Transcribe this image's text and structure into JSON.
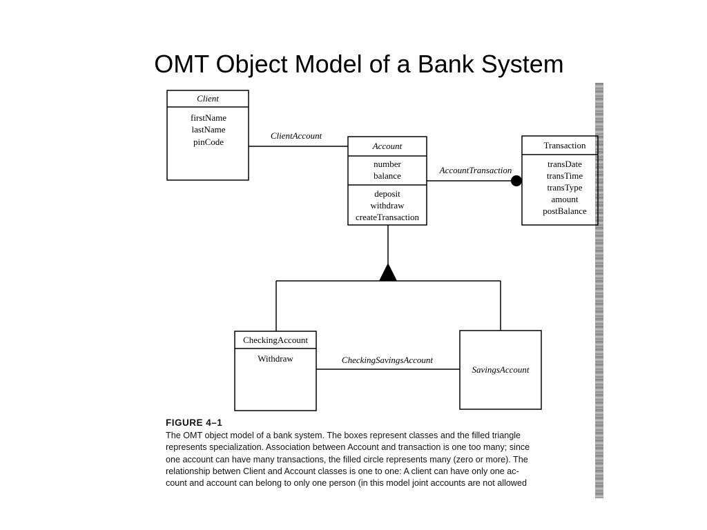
{
  "title": "OMT Object Model of a Bank System",
  "classes": {
    "client": {
      "name": "Client",
      "attributes": [
        "firstName",
        "lastName",
        "pinCode"
      ]
    },
    "account": {
      "name": "Account",
      "attributes": [
        "number",
        "balance"
      ],
      "operations": [
        "deposit",
        "withdraw",
        "createTransaction"
      ]
    },
    "transaction": {
      "name": "Transaction",
      "attributes": [
        "transDate",
        "transTime",
        "transType",
        "amount",
        "postBalance"
      ]
    },
    "checking": {
      "name": "CheckingAccount",
      "operations": [
        "Withdraw"
      ]
    },
    "savings": {
      "name": "SavingsAccount"
    }
  },
  "associations": {
    "client_account": "ClientAccount",
    "account_transaction": "AccountTransaction",
    "checking_savings": "CheckingSavingsAccount"
  },
  "caption": {
    "label": "FIGURE 4–1",
    "lines": [
      "The OMT object model of a bank system. The boxes represent classes and the filled triangle",
      "represents specialization. Association between Account and transaction is one too many; since",
      "one account can have many transactions, the filled circle represents many (zero or more). The",
      "relationship betwen Client and Account classes is one to one: A client can have only one ac-",
      "count and account can belong to only one person (in this model joint accounts are not allowed"
    ]
  }
}
